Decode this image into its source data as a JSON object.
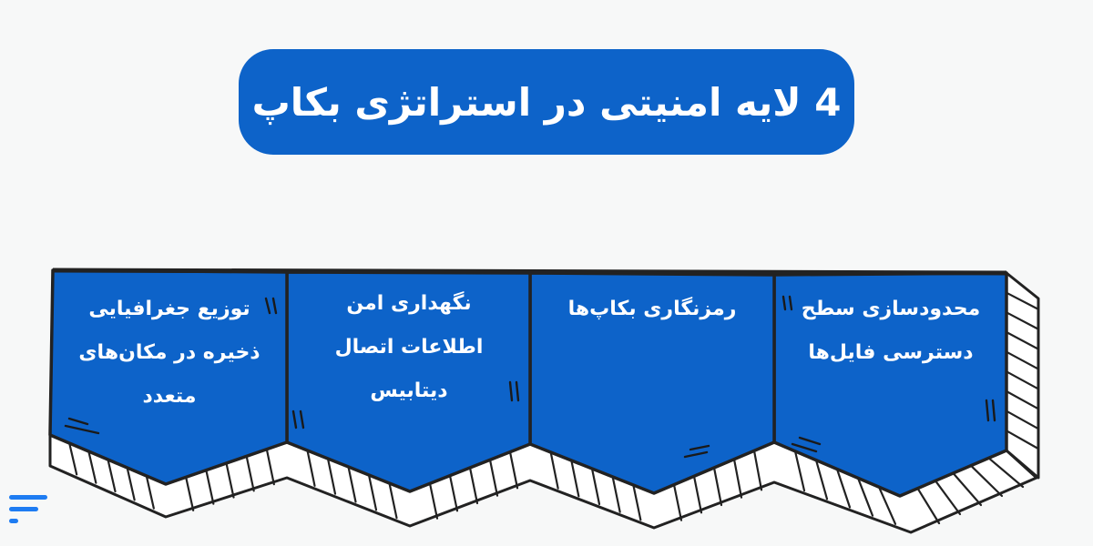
{
  "title": "4 لایه امنیتی در استراتژی بکاپ",
  "panels": [
    {
      "lines": [
        "محدودسازی سطح",
        "دسترسی فایل‌ها"
      ]
    },
    {
      "lines": [
        "رمزنگاری بکاپ‌ها"
      ]
    },
    {
      "lines": [
        "نگهداری امن",
        "اطلاعات اتصال",
        "دیتابیس"
      ]
    },
    {
      "lines": [
        "توزیع جغرافیایی",
        "ذخیره در مکان‌های",
        "متعدد"
      ]
    }
  ],
  "colors": {
    "panel": "#0d63c9",
    "title_bg": "#0d63c9",
    "logo": "#1e7cf2"
  },
  "logo_icon": "brand-logo-icon"
}
